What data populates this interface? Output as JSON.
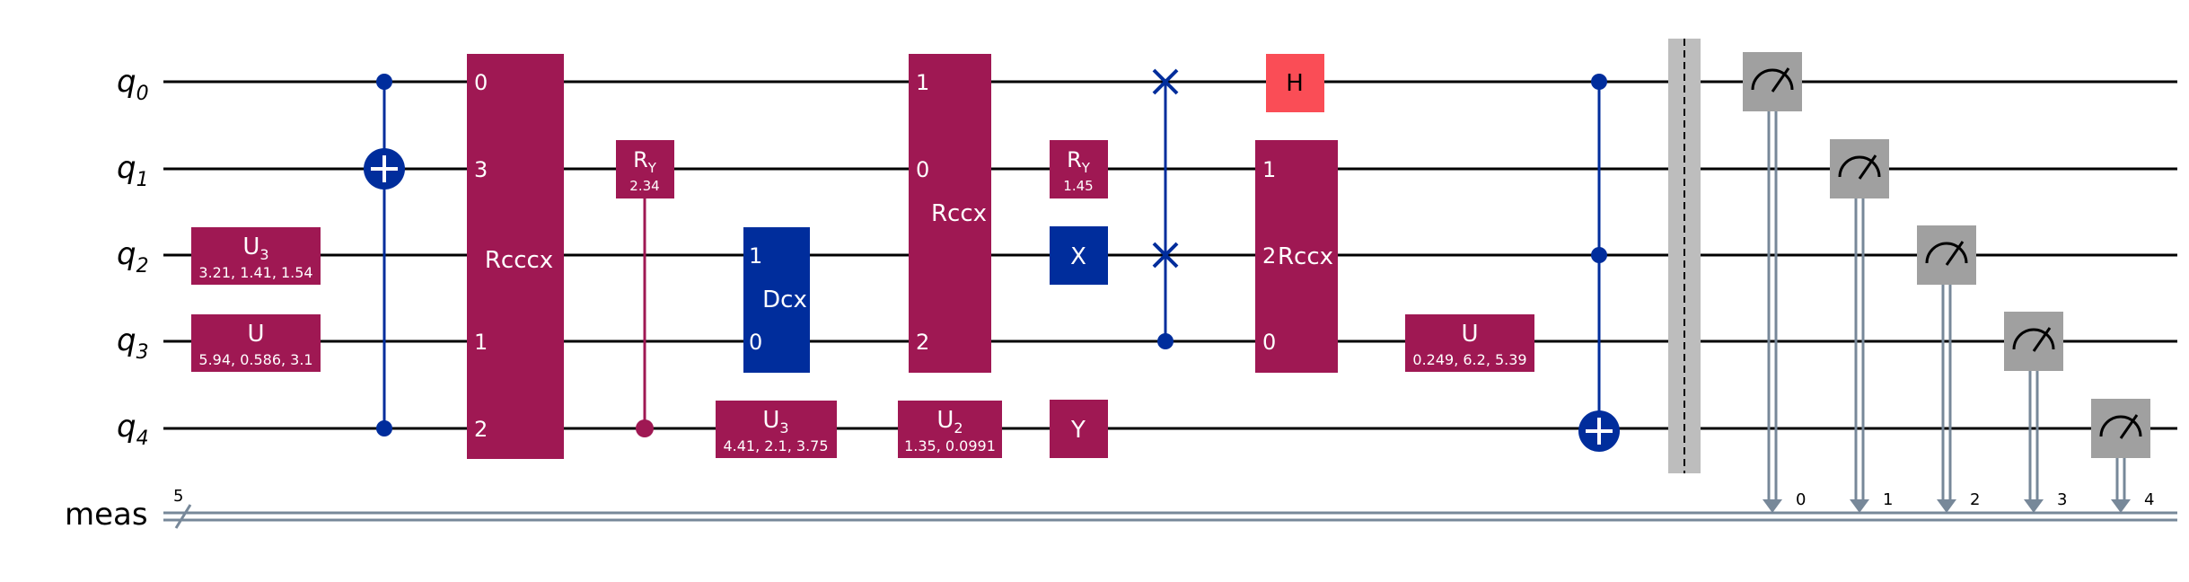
{
  "circuit": {
    "qubits": [
      {
        "name": "q",
        "sub": "0"
      },
      {
        "name": "q",
        "sub": "1"
      },
      {
        "name": "q",
        "sub": "2"
      },
      {
        "name": "q",
        "sub": "3"
      },
      {
        "name": "q",
        "sub": "4"
      }
    ],
    "classical": {
      "label": "meas",
      "width": "5"
    },
    "gates": {
      "u3_q2": {
        "label": "U",
        "sub": "3",
        "params": "3.21, 1.41, 1.54"
      },
      "u_q3": {
        "label": "U",
        "params": "5.94, 0.586, 3.1"
      },
      "rcccx": {
        "label": "Rcccx",
        "ports": [
          "0",
          "3",
          "1",
          "2"
        ]
      },
      "ry_q1_a": {
        "label": "R",
        "sub": "Y",
        "params": "2.34"
      },
      "dcx": {
        "label": "Dcx",
        "ports": [
          "1",
          "0"
        ]
      },
      "u3_q4": {
        "label": "U",
        "sub": "3",
        "params": "4.41, 2.1, 3.75"
      },
      "rccx_a": {
        "label": "Rccx",
        "ports": [
          "1",
          "0",
          "2"
        ]
      },
      "u2_q4": {
        "label": "U",
        "sub": "2",
        "params": "1.35, 0.0991"
      },
      "ry_q1_b": {
        "label": "R",
        "sub": "Y",
        "params": "1.45"
      },
      "x_q2": {
        "label": "X"
      },
      "y_q4": {
        "label": "Y"
      },
      "h_q0": {
        "label": "H"
      },
      "rccx_b": {
        "label": "Rccx",
        "ports": [
          "1",
          "2",
          "0"
        ]
      },
      "u_q3_b": {
        "label": "U",
        "params": "0.249, 6.2, 5.39"
      }
    },
    "measure_bits": [
      "0",
      "1",
      "2",
      "3",
      "4"
    ],
    "colors": {
      "wire": "#000000",
      "classical_wire": "#778899",
      "controlled": "#002D9C",
      "custom": "#9F1853",
      "hadamard": "#FA4D56",
      "measure": "#A0A0A0",
      "barrier": "#BDBDBD"
    }
  }
}
